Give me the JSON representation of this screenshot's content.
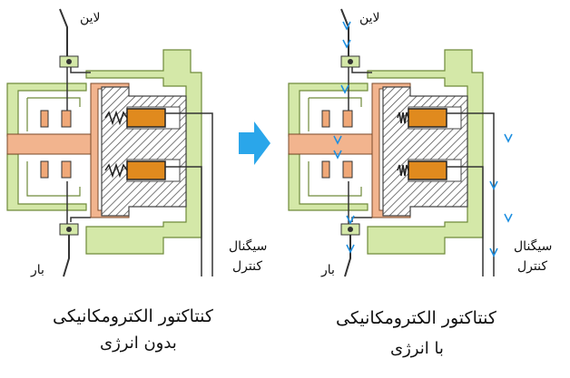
{
  "left": {
    "line_label": "لاین",
    "load_label": "بار",
    "signal_label": [
      "سیگنال",
      "کنترل"
    ],
    "caption": [
      "کنتاکتور الکترومکانیکی",
      "بدون انرژی"
    ]
  },
  "right": {
    "line_label": "لاین",
    "load_label": "بار",
    "signal_label": [
      "سیگنال",
      "کنترل"
    ],
    "caption": [
      "کنتاکتور الکترومکانیکی",
      "با  انرژی"
    ]
  },
  "colors": {
    "housing": "#d4e8a8",
    "housing_stroke": "#6f8a3a",
    "armature": "#f2b48e",
    "core_hatch": "#555555",
    "coil": "#e08a1e",
    "contact": "#f0a878",
    "current_arrow": "#1e8fe0",
    "transition_arrow": "#2aa6ea"
  },
  "icons": {
    "transition": "right-arrow-icon",
    "current_flow": "down-arrow-icon"
  }
}
